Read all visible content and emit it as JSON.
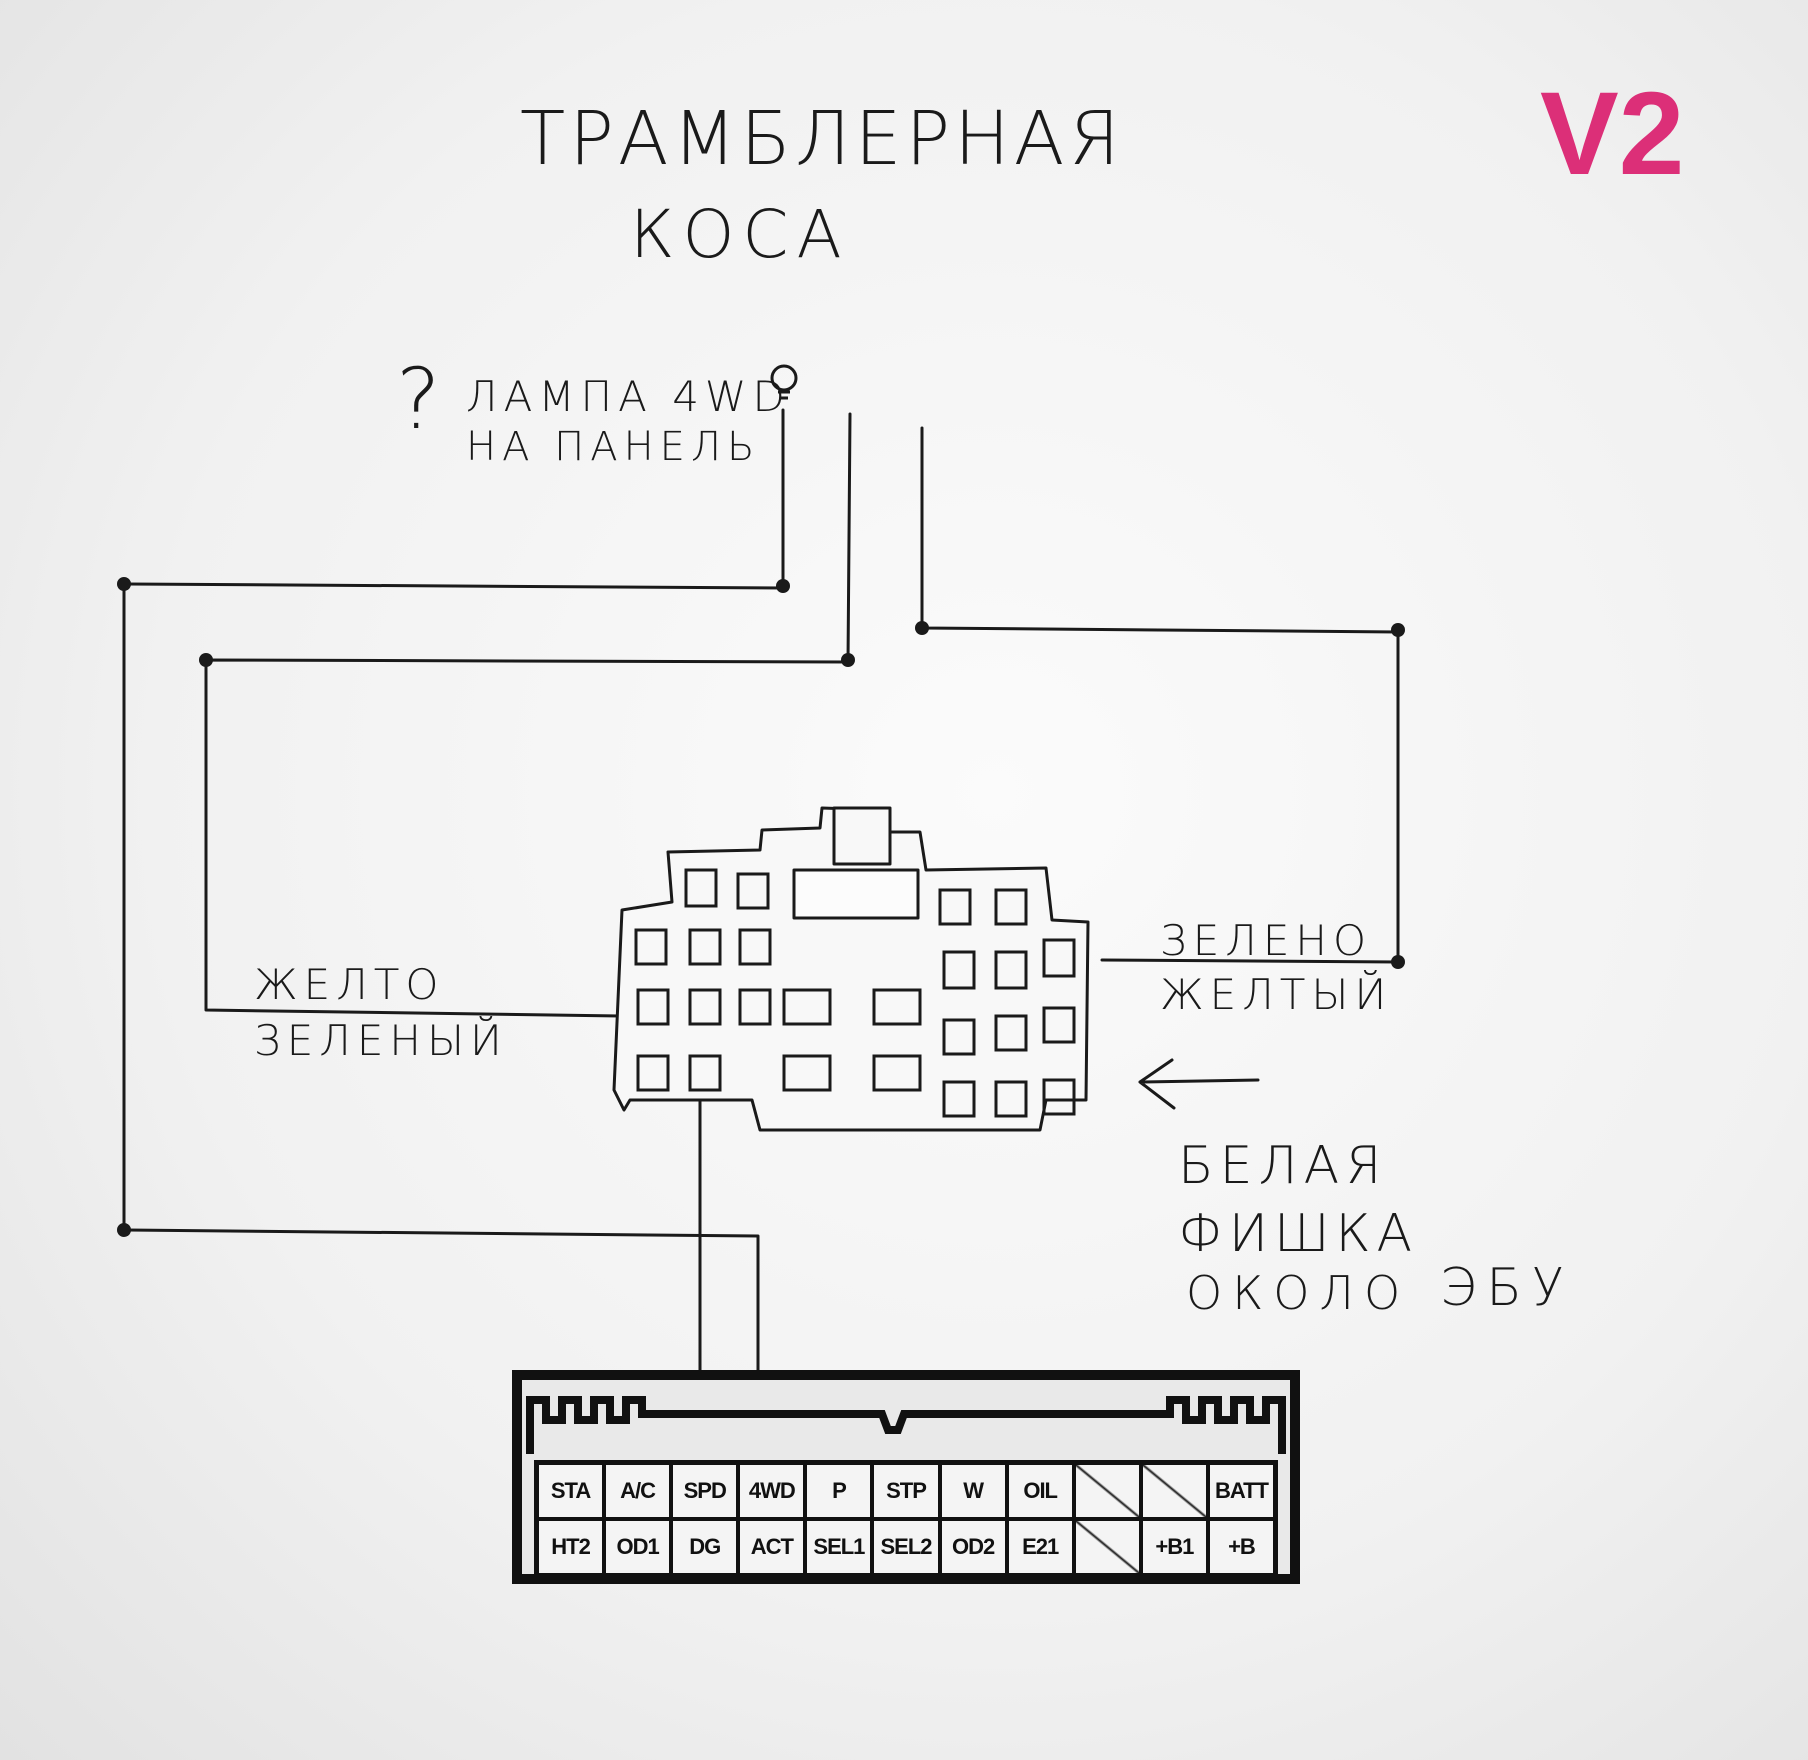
{
  "title": {
    "line1": "ТРАМБЛЕРНАЯ",
    "line2": "КОСА"
  },
  "version": "V2",
  "lamp_label": {
    "mark": "?",
    "line1": "ЛАМПА 4WD",
    "line2": "НА ПАНЕЛЬ"
  },
  "left_wire_label": {
    "line1": "ЖЕЛТО",
    "line2": "ЗЕЛЕНЫЙ"
  },
  "right_wire_label": {
    "line1": "ЗЕЛЕНО",
    "line2": "ЖЕЛТЫЙ"
  },
  "connector_label": {
    "line1": "БЕЛАЯ",
    "line2": "ФИШКА",
    "line3": "ОКОЛО",
    "line4": "ЭБУ"
  },
  "ecu_pins": {
    "row1": [
      "STA",
      "A/C",
      "SPD",
      "4WD",
      "P",
      "STP",
      "W",
      "OIL",
      "",
      "",
      "BATT"
    ],
    "row2": [
      "HT2",
      "OD1",
      "DG",
      "ACT",
      "SEL1",
      "SEL2",
      "OD2",
      "E21",
      "",
      "+B1",
      "+B"
    ]
  },
  "colors": {
    "ink": "#1a1a1a",
    "version": "#dc2f78",
    "paper": "#f4f4f4"
  }
}
